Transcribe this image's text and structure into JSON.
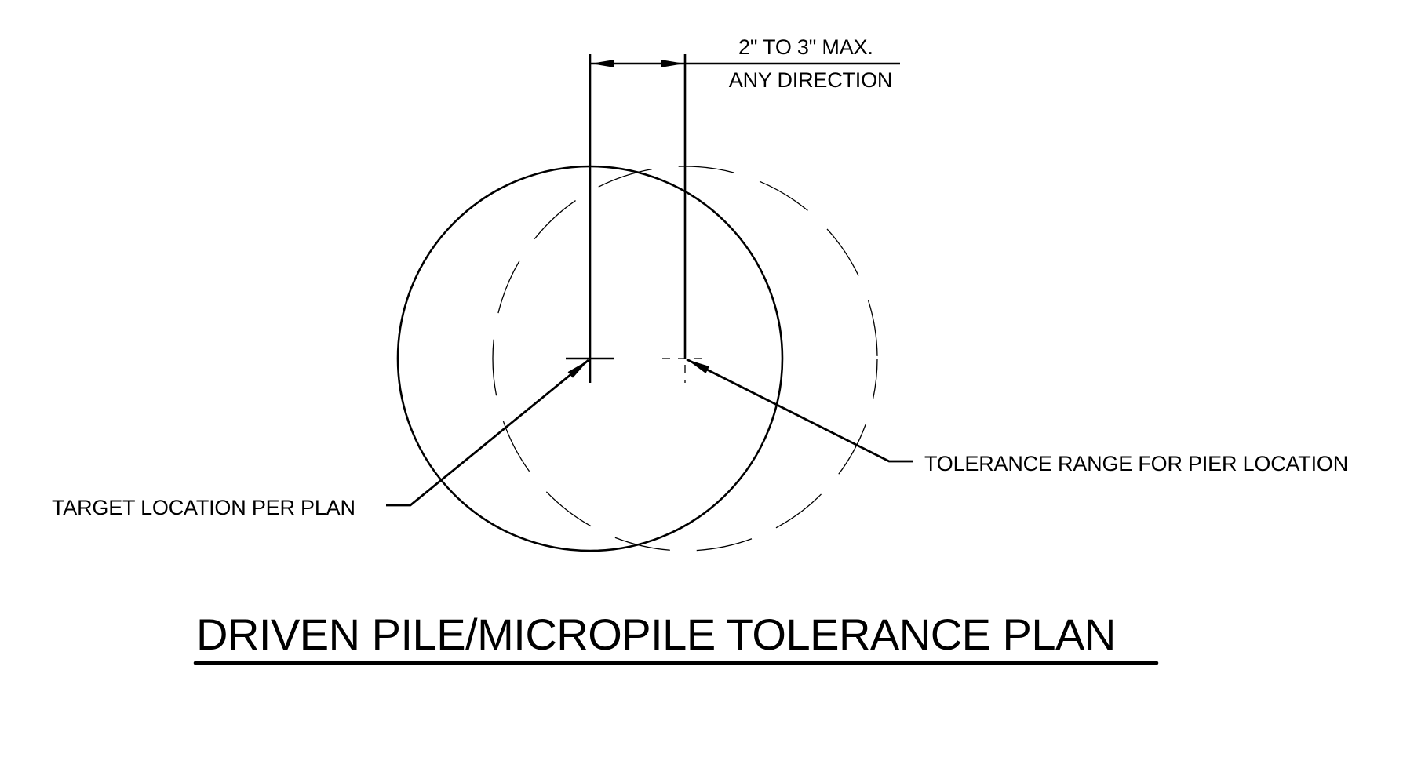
{
  "drawing": {
    "title": "DRIVEN PILE/MICROPILE TOLERANCE PLAN",
    "dimension": {
      "line1": "2\" TO 3\" MAX.",
      "line2": "ANY DIRECTION"
    },
    "callouts": {
      "target": "TARGET LOCATION PER PLAN",
      "tolerance": "TOLERANCE RANGE FOR PIER LOCATION"
    },
    "elements": {
      "target_circle": "solid circle at planned pile location",
      "tolerance_circle": "dashed circle at offset pier location",
      "target_centermark": "solid crosshair",
      "tolerance_centermark": "dashed crosshair"
    },
    "colors": {
      "ink": "#000000",
      "background": "#ffffff"
    }
  }
}
